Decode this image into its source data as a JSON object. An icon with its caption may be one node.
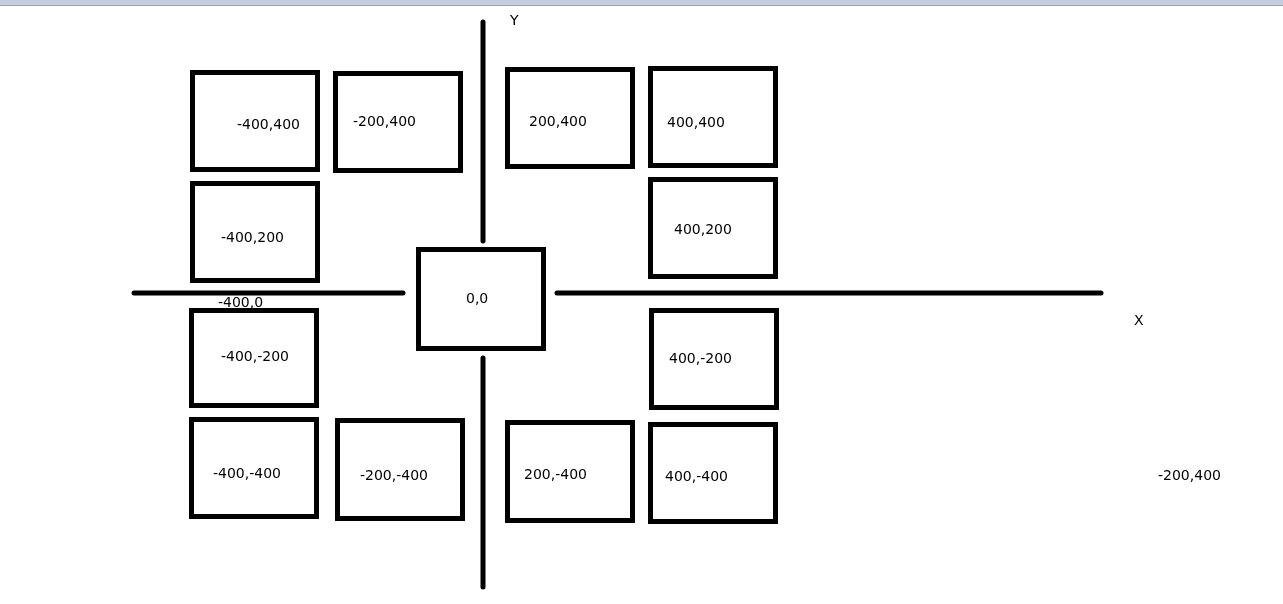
{
  "diagram": {
    "nodes": [
      {
        "text": [
          "-400,400"
        ]
      },
      {
        "text": [
          "-200,400"
        ]
      },
      {
        "text": [
          "200,400"
        ]
      },
      {
        "text": [
          "400,400"
        ]
      },
      {
        "text": [
          "-400,200"
        ]
      },
      {
        "text": [
          "400,200"
        ]
      },
      {
        "text": [
          "0,0"
        ]
      },
      {
        "text": [
          "-400,-200"
        ]
      },
      {
        "text": [
          "400,-200"
        ]
      },
      {
        "text": [
          "-400,-400"
        ]
      },
      {
        "text": [
          "-200,-400"
        ]
      },
      {
        "text": [
          "200,-400"
        ]
      },
      {
        "text": [
          "400,-400"
        ]
      }
    ],
    "labels": [
      "Y",
      "-400,0",
      "X",
      "-200,400"
    ]
  }
}
